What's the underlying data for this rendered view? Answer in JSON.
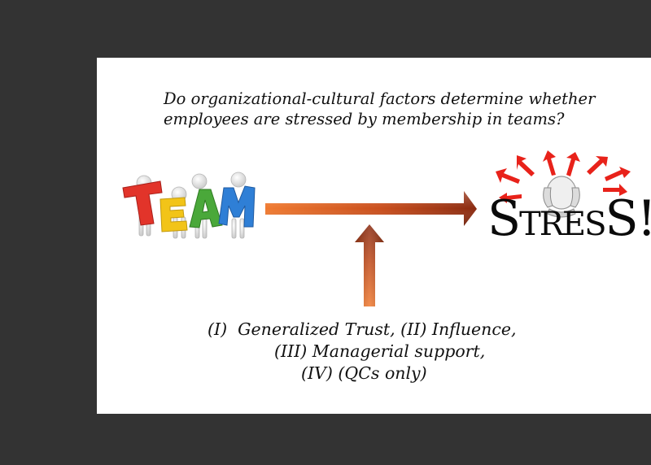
{
  "question": {
    "line1": "Do organizational-cultural factors determine whether",
    "line2": "employees are stressed by membership in teams?"
  },
  "team_graphic": {
    "letters": [
      "T",
      "E",
      "A",
      "M"
    ]
  },
  "stress_graphic": {
    "label_parts": [
      "S",
      "TRES",
      "S!"
    ]
  },
  "factors": {
    "line1": "(I)  Generalized Trust, (II) Influence,",
    "line2": "(III) Managerial support,",
    "line3": "(IV) (QCs only)"
  },
  "colors": {
    "arrow_light": "#f07a30",
    "arrow_dark": "#8a2a10",
    "stress_rays": "#e8221a",
    "team_t": "#e2342a",
    "team_e": "#f2c418",
    "team_a": "#4aa83a",
    "team_m": "#2f7fd6"
  }
}
